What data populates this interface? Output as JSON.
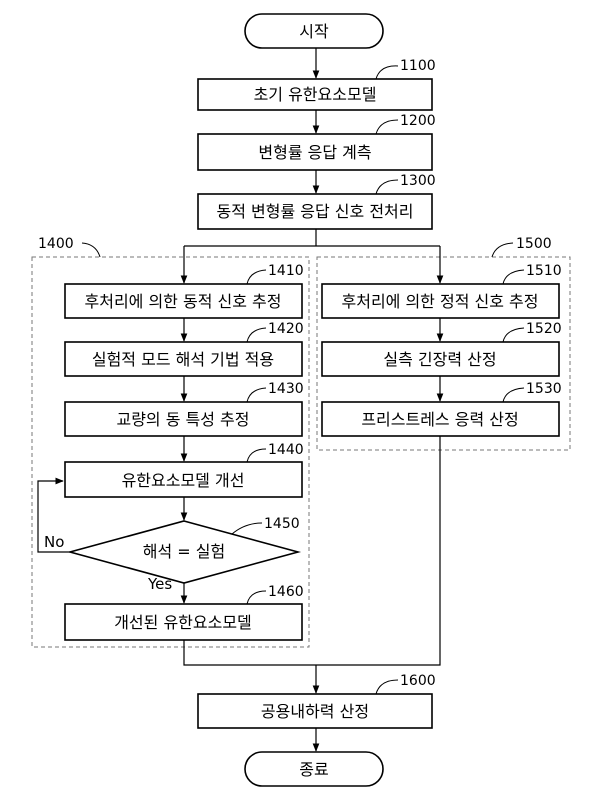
{
  "nodes": {
    "start": "시작",
    "n1100": "초기 유한요소모델",
    "n1200": "변형률 응답 계측",
    "n1300": "동적 변형률 응답 신호 전처리",
    "n1410": "후처리에 의한 동적 신호 추정",
    "n1420": "실험적 모드 해석 기법 적용",
    "n1430": "교량의 동 특성 추정",
    "n1440": "유한요소모델 개선",
    "n1450": "해석 = 실험",
    "n1460": "개선된 유한요소모델",
    "n1510": "후처리에 의한 정적 신호 추정",
    "n1520": "실측 긴장력 산정",
    "n1530": "프리스트레스 응력 산정",
    "n1600": "공용내하력 산정",
    "end": "종료"
  },
  "refs": {
    "r1100": "1100",
    "r1200": "1200",
    "r1300": "1300",
    "r1400": "1400",
    "r1410": "1410",
    "r1420": "1420",
    "r1430": "1430",
    "r1440": "1440",
    "r1450": "1450",
    "r1460": "1460",
    "r1500": "1500",
    "r1510": "1510",
    "r1520": "1520",
    "r1530": "1530",
    "r1600": "1600"
  },
  "branch_labels": {
    "no": "No",
    "yes": "Yes"
  }
}
